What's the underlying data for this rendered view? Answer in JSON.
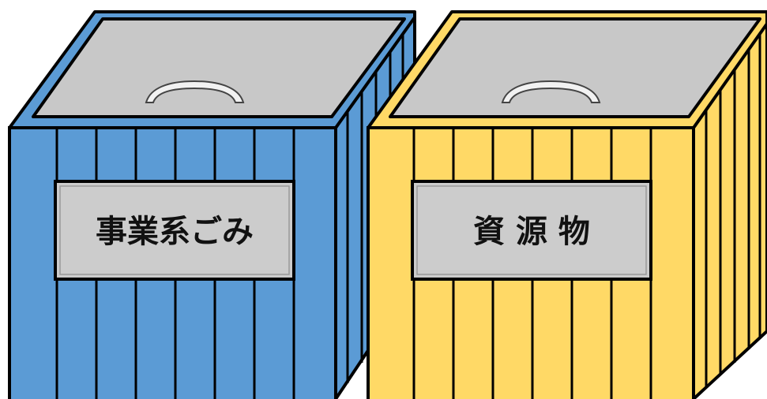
{
  "bins": [
    {
      "id": "business-waste",
      "label": "事業系ごみ",
      "body_color": "#5b9bd5",
      "lid_color": "#c8c8c8",
      "label_plate_color": "#cccccc"
    },
    {
      "id": "recyclables",
      "label": "資 源 物",
      "body_color": "#ffd966",
      "lid_color": "#c8c8c8",
      "label_plate_color": "#cccccc"
    }
  ],
  "outline_color": "#000000",
  "handle_color": "#f2f2f2"
}
